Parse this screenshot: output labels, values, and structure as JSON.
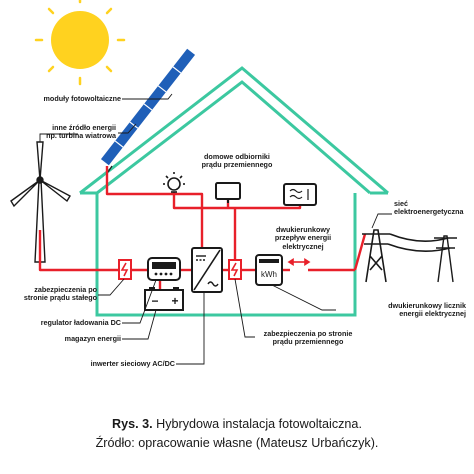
{
  "labels": {
    "pv_modules": "moduły fotowoltaiczne",
    "wind": "inne źródło energii\nnp. turbina wiatrowa",
    "dc_protection": "zabezpieczenia po\nstronie prądu stałego",
    "charge_controller": "regulator ładowania DC",
    "battery": "magazyn energii",
    "inverter": "inwerter sieciowy AC/DC",
    "ac_protection": "zabezpieczenia po stronie\nprądu przemiennego",
    "bidir_meter": "dwukierunkowy licznik\nenergii elektrycznej",
    "bidir_flow": "dwukierunkowy\nprzepływ energii\nelektrycznej",
    "grid": "sieć\nelektroenergetyczna",
    "ac_loads": "domowe odbiorniki\nprądu przemiennego",
    "meter_display": "kWh",
    "battery_minus": "−",
    "battery_plus": "+"
  },
  "caption": {
    "prefix": "Rys. 3.",
    "title": "Hybrydowa instalacja fotowoltaiczna.",
    "source": "Źródło: opracowanie własne (Mateusz Urbańczyk)."
  },
  "colors": {
    "sun": "#ffd21f",
    "house_outline": "#3cc8a0",
    "panel": "#1f5fb8",
    "dc_line": "#e8202a",
    "ac_line": "#e8202a",
    "leader": "#1a1a1a"
  }
}
